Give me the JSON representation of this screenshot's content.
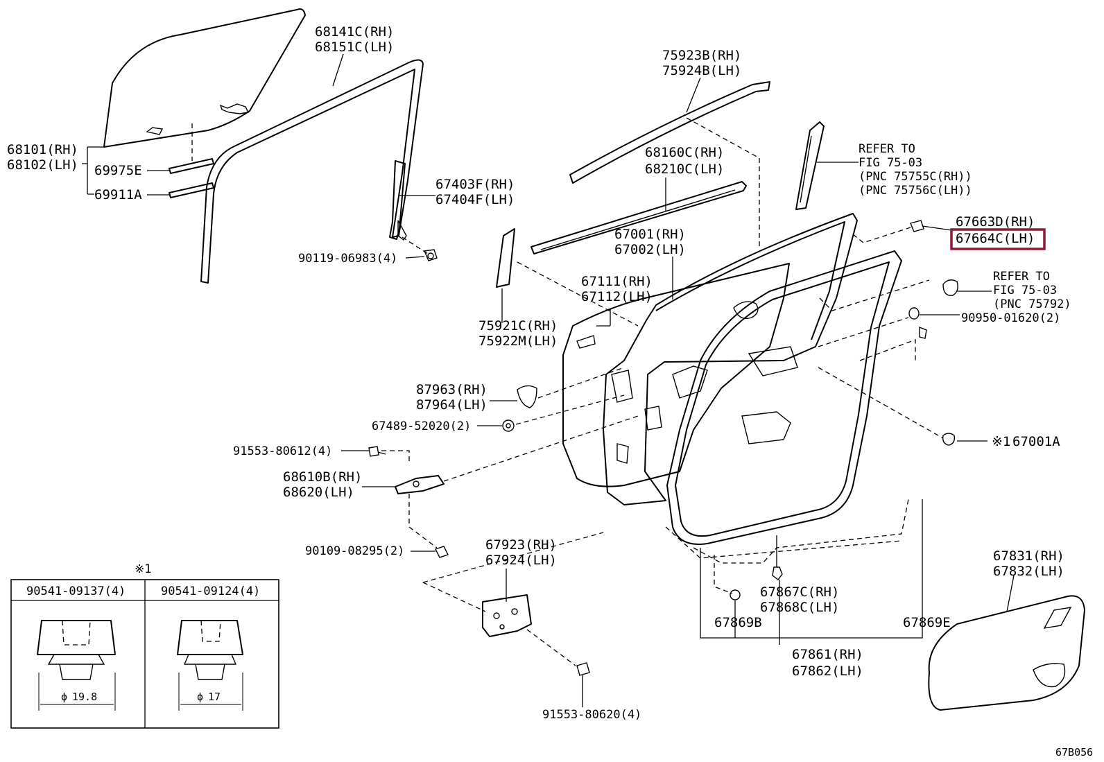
{
  "labels": {
    "glass_rh": "68101(RH)",
    "glass_lh": "68102(LH)",
    "clip_a": "69975E",
    "clip_b": "69911A",
    "run_rh": "68141C(RH)",
    "run_lh": "68151C(LH)",
    "chan_rh": "67403F(RH)",
    "chan_lh": "67404F(LH)",
    "bolt_a": "90119-06983(4)",
    "mould_rh": "75923B(RH)",
    "mould_lh": "75924B(LH)",
    "belt_rh": "68160C(RH)",
    "belt_lh": "68210C(LH)",
    "refer1_a": "REFER TO",
    "refer1_b": "FIG 75-03",
    "refer1_c": "(PNC 75755C(RH))",
    "refer1_d": "(PNC 75756C(LH))",
    "cover_rh": "67663D(RH)",
    "cover_lh": "67664C(LH)",
    "panel_rh": "67001(RH)",
    "panel_lh": "67002(LH)",
    "frame_rh": "67111(RH)",
    "frame_lh": "67112(LH)",
    "refer2_a": "REFER TO",
    "refer2_b": "FIG 75-03",
    "refer2_c": "(PNC 75792)",
    "plug_a": "90950-01620(2)",
    "pillar_rh": "75921C(RH)",
    "pillar_lh": "75922M(LH)",
    "cap_rh": "87963(RH)",
    "cap_lh": "87964(LH)",
    "nut_a": "67489-52020(2)",
    "bolt_b": "91553-80612(4)",
    "check_rh": "68610B(RH)",
    "check_lh": "68620(LH)",
    "note_ref": "※1",
    "clip_c": "67001A",
    "bolt_c": "90109-08295(2)",
    "hinge_rh": "67923(RH)",
    "hinge_lh": "67924(LH)",
    "ws_c_rh": "67867C(RH)",
    "ws_c_lh": "67868C(LH)",
    "ws_b": "67869B",
    "ws_e": "67869E",
    "ws_rh": "67861(RH)",
    "ws_lh": "67862(LH)",
    "film_rh": "67831(RH)",
    "film_lh": "67832(LH)",
    "bolt_d": "91553-80620(4)",
    "inset_title": "※1",
    "inset_col1": "90541-09137(4)",
    "inset_col2": "90541-09124(4)",
    "inset_dim1": "19.8",
    "inset_dim2": "17",
    "inset_phi": "ϕ",
    "fig_code": "67B056"
  },
  "highlight_color": "#8b1a35"
}
